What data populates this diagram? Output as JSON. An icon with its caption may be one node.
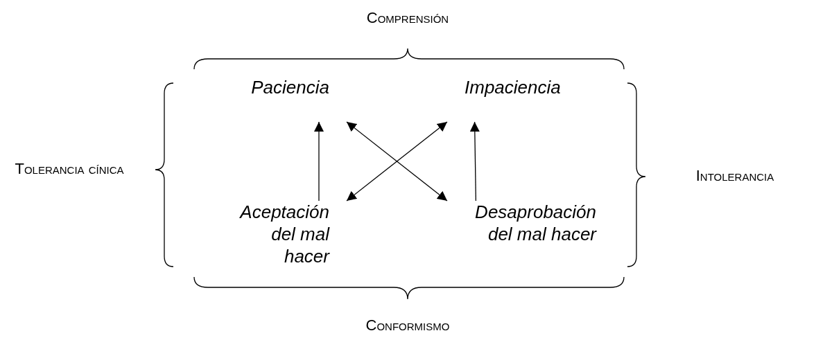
{
  "diagram": {
    "nodes": [
      {
        "text": [
          "Paciencia"
        ]
      },
      {
        "text": [
          "Impaciencia"
        ]
      },
      {
        "text": [
          "Aceptación del mal hacer"
        ]
      },
      {
        "text": [
          "Desaprobación del mal hacer"
        ]
      }
    ],
    "edges": [
      {
        "from": 0,
        "to": 3,
        "arrow": "both"
      },
      {
        "from": 1,
        "to": 2,
        "arrow": "both"
      },
      {
        "from": 2,
        "to": 0,
        "arrow": "to"
      },
      {
        "from": 3,
        "to": 1,
        "arrow": "to"
      }
    ],
    "labels": [
      "Comprensión",
      "Tolerancia cínica",
      "Intolerancia",
      "Conformismo"
    ]
  }
}
